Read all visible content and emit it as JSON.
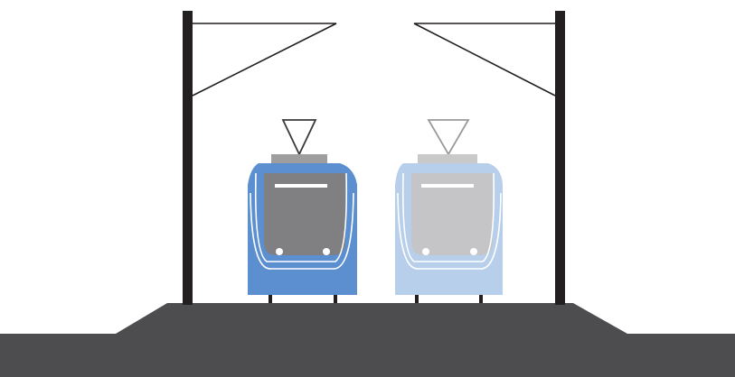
{
  "scene": {
    "background_color": "#ffffff",
    "structure_color": "#231f20",
    "ground_color": "#4d4d4f",
    "catenary_wire_color": "#231f20"
  },
  "trams": [
    {
      "position": "left",
      "state": "solid",
      "body_color": "#5b8fd0",
      "window_color": "#808083",
      "roof_color": "#9e9e9f",
      "pantograph_color": "#3a3a3a",
      "outline_color": "#ffffff",
      "headlight_color": "#ffffff"
    },
    {
      "position": "right",
      "state": "faded",
      "body_color": "#b7cfea",
      "window_color": "#c5c5c7",
      "roof_color": "#c9c9ca",
      "pantograph_color": "#9a9a9a",
      "outline_color": "#ffffff",
      "headlight_color": "#ffffff"
    }
  ],
  "poles": [
    {
      "position": "left"
    },
    {
      "position": "right"
    }
  ]
}
